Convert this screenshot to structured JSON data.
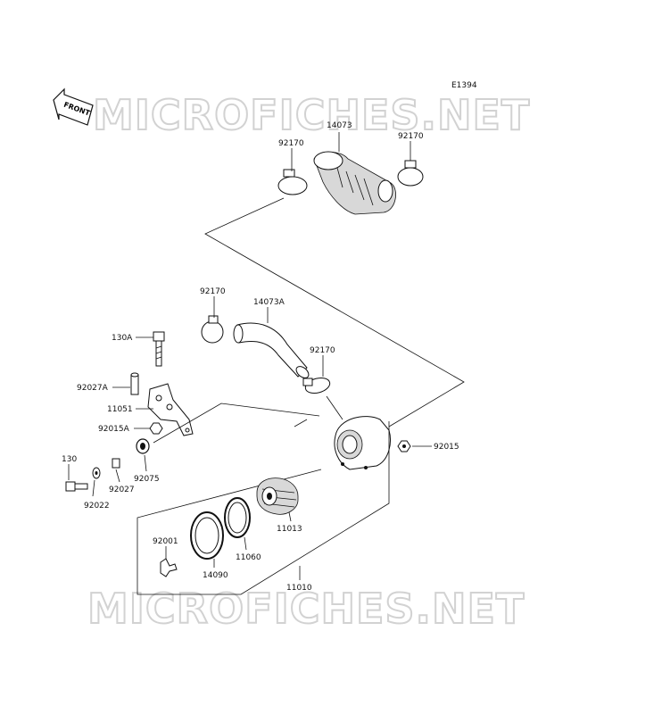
{
  "diagram_code": "E1394",
  "front_label": "FRONT",
  "watermark": "MICROFICHES.NET",
  "parts": {
    "p14073": "14073",
    "p92170_left": "92170",
    "p92170_right": "92170",
    "p92170_mid": "92170",
    "p14073A": "14073A",
    "p92170_low": "92170",
    "p130A": "130A",
    "p92027A": "92027A",
    "p11051": "11051",
    "p92015A": "92015A",
    "p92015": "92015",
    "p130": "130",
    "p92022": "92022",
    "p92027": "92027",
    "p92075": "92075",
    "p11013": "11013",
    "p92001": "92001",
    "p14090": "14090",
    "p11060": "11060",
    "p11010": "11010"
  }
}
